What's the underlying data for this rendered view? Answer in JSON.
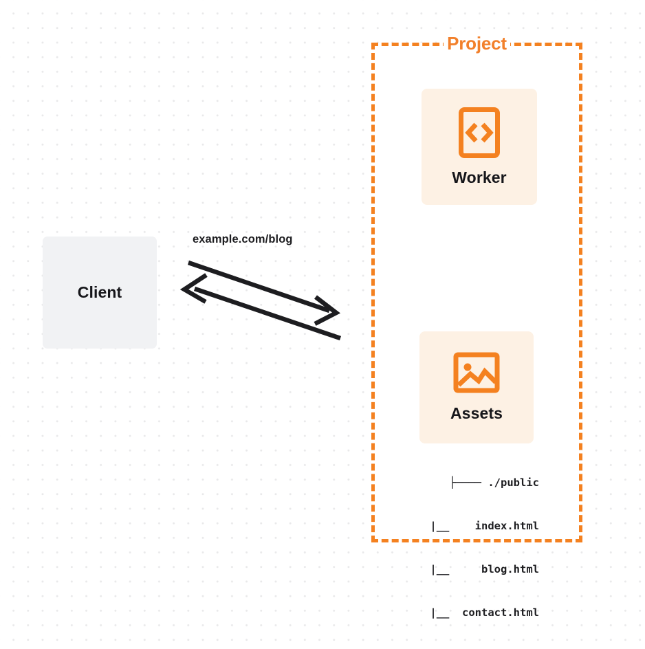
{
  "diagram": {
    "background": {
      "style": "dotted-grid",
      "dot_color": "#e9e9ea",
      "page_color": "#ffffff"
    },
    "colors": {
      "accent_orange": "#f48120",
      "title_orange": "#f2802b",
      "card_fill": "#fdf1e4",
      "client_fill": "#f1f2f4",
      "text_dark": "#16161a",
      "edge_stroke": "#1d1d20"
    },
    "nodes": {
      "client": {
        "label": "Client"
      },
      "project": {
        "title": "Project",
        "children": {
          "worker": {
            "label": "Worker",
            "icon": "code-brackets-icon"
          },
          "assets": {
            "label": "Assets",
            "icon": "image-icon",
            "file_tree": [
              "├──── ./public",
              "    |__    index.html",
              "    |__     blog.html",
              "    |__  contact.html"
            ]
          }
        }
      }
    },
    "edges": [
      {
        "id": "request",
        "label": "example.com/blog",
        "from": "client",
        "to": "project",
        "direction": "right"
      },
      {
        "id": "response",
        "label": "",
        "from": "project",
        "to": "client",
        "direction": "left"
      }
    ]
  }
}
